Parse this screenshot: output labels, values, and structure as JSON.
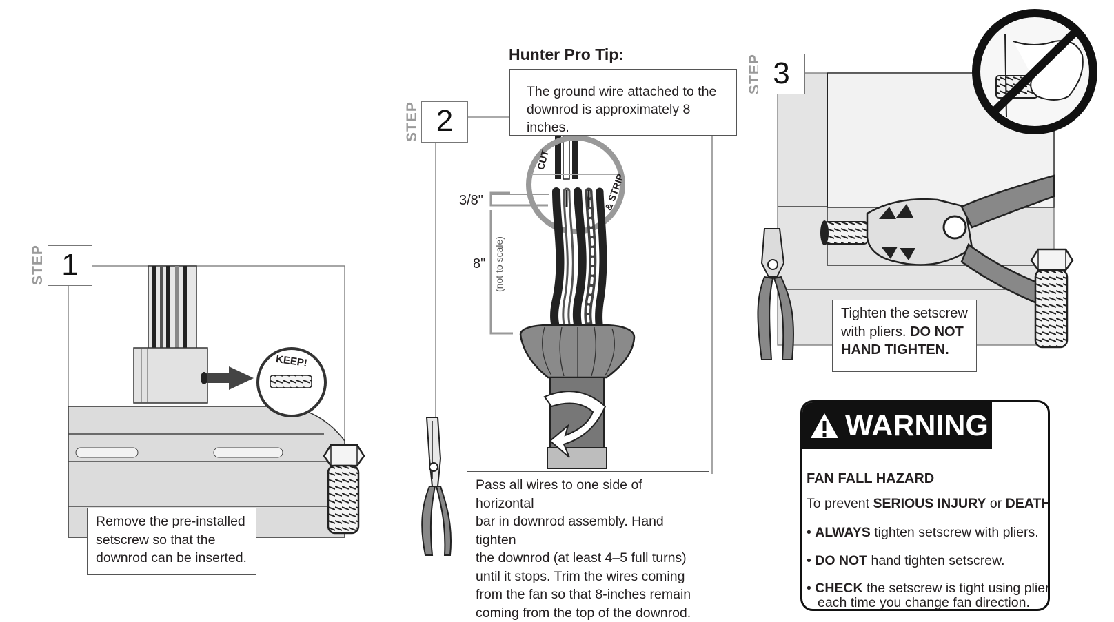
{
  "tip": {
    "title": "Hunter Pro Tip:",
    "text_line1": "The ground wire attached to the",
    "text_line2": "downrod is approximately 8 inches."
  },
  "steps": [
    {
      "label": "STEP",
      "number": "1",
      "lines": [
        "Remove the pre-installed",
        "setscrew so that the",
        "downrod can be inserted."
      ],
      "callout": "KEEP!"
    },
    {
      "label": "STEP",
      "number": "2",
      "lines": [
        "Pass all wires to one side of horizontal",
        "bar in downrod assembly. Hand tighten",
        "the downrod (at least 4–5 full turns)",
        "until it stops. Trim the wires coming",
        "from the fan so that 8-inches remain",
        "coming from the top of the downrod."
      ],
      "callout_left": "CUT",
      "callout_right": "& STRIP",
      "dim_small": "3/8\"",
      "dim_large": "8\"",
      "dim_note": "(not to scale)"
    },
    {
      "label": "STEP",
      "number": "3",
      "line1": "Tighten the setscrew",
      "line2_plain": "with pliers.",
      "line2_bold": "DO NOT",
      "line3_bold": "HAND TIGHTEN."
    }
  ],
  "warning": {
    "title": "WARNING",
    "hazard": "FAN FALL HAZARD",
    "intro_plain1": "To prevent ",
    "intro_strong1": "SERIOUS INJURY",
    "intro_plain2": " or ",
    "intro_strong2": "DEATH",
    "intro_plain3": ":",
    "bullets": [
      {
        "strong": "ALWAYS",
        "text": " tighten setscrew with pliers."
      },
      {
        "strong": "DO NOT",
        "text": " hand tighten setscrew."
      },
      {
        "strong": "CHECK",
        "text": " the setscrew is tight using pliers",
        "text2": "each time you change fan direction."
      }
    ]
  }
}
